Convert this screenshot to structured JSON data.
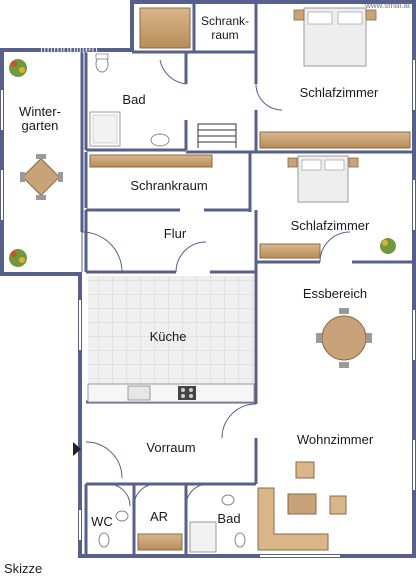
{
  "watermark": "www.smal.at",
  "agency_watermark": "Immobilien",
  "caption": "Skizze",
  "rooms": {
    "schrankraum_top_line1": "Schrank-",
    "schrankraum_top_line2": "raum",
    "schlafzimmer_1": "Schlafzimmer",
    "wintergarten_line1": "Winter-",
    "wintergarten_line2": "garten",
    "bad_upper": "Bad",
    "schrankraum_mid": "Schrankraum",
    "schlafzimmer_2": "Schlafzimmer",
    "flur": "Flur",
    "essbereich": "Essbereich",
    "kueche": "Küche",
    "vorraum": "Vorraum",
    "wohnzimmer": "Wohnzimmer",
    "wc": "WC",
    "ar": "AR",
    "bad_lower": "Bad"
  },
  "colors": {
    "wall": "#56608a",
    "floor": "#ffffff",
    "tile": "#e4e4e4",
    "furniture_wood": "#c8a37a",
    "sofa": "#d9b68a",
    "bed_linen": "#eeeeee"
  },
  "icons": [
    "plant-icon",
    "dining-table-icon",
    "bed-icon",
    "toilet-icon",
    "shower-icon",
    "sink-icon",
    "stairs-icon",
    "stove-icon",
    "sofa-icon",
    "armchair-icon",
    "entrance-arrow-icon"
  ]
}
